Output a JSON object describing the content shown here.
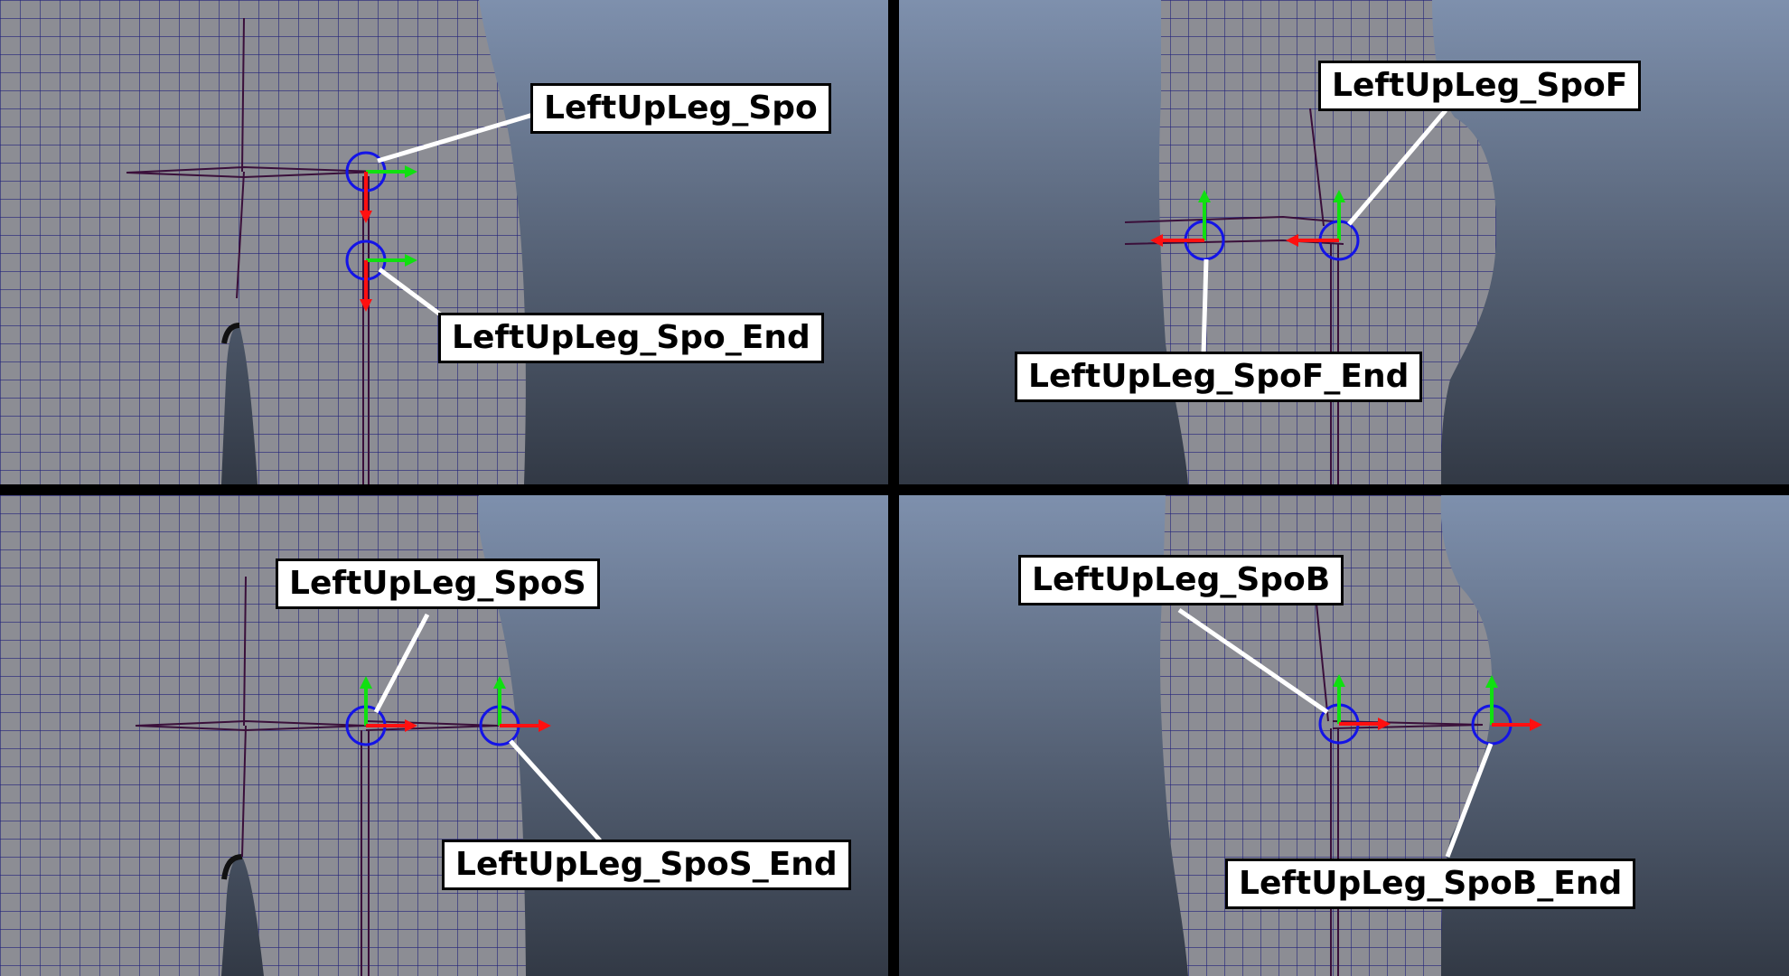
{
  "viewports": [
    {
      "id": "front-upper",
      "joints": [
        "LeftUpLeg_Spo",
        "LeftUpLeg_Spo_End"
      ]
    },
    {
      "id": "side-front",
      "joints": [
        "LeftUpLeg_SpoF",
        "LeftUpLeg_SpoF_End"
      ]
    },
    {
      "id": "front-side",
      "joints": [
        "LeftUpLeg_SpoS",
        "LeftUpLeg_SpoS_End"
      ]
    },
    {
      "id": "side-back",
      "joints": [
        "LeftUpLeg_SpoB",
        "LeftUpLeg_SpoB_End"
      ]
    }
  ],
  "colors": {
    "mesh": "#8d8d94",
    "wire": "#1e1e7a",
    "bg_top": "#7d8fab",
    "bg_bottom": "#2f3540",
    "axis_x": "#ff1010",
    "axis_y": "#10e010",
    "ring": "#1414e6",
    "divider": "#000000"
  },
  "icons": [
    "joint-rotate-manipulator-icon",
    "x-axis-arrow-icon",
    "y-axis-arrow-icon"
  ]
}
